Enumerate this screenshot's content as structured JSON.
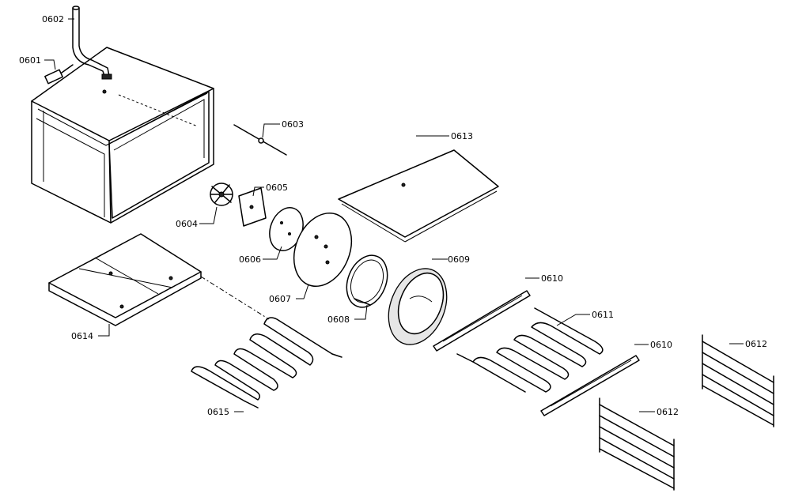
{
  "labels": {
    "p0601": "0601",
    "p0602": "0602",
    "p0603": "0603",
    "p0604": "0604",
    "p0605": "0605",
    "p0606": "0606",
    "p0607": "0607",
    "p0608": "0608",
    "p0609": "0609",
    "p0610a": "0610",
    "p0610b": "0610",
    "p0611": "0611",
    "p0612a": "0612",
    "p0612b": "0612",
    "p0613": "0613",
    "p0614": "0614",
    "p0615": "0615"
  }
}
